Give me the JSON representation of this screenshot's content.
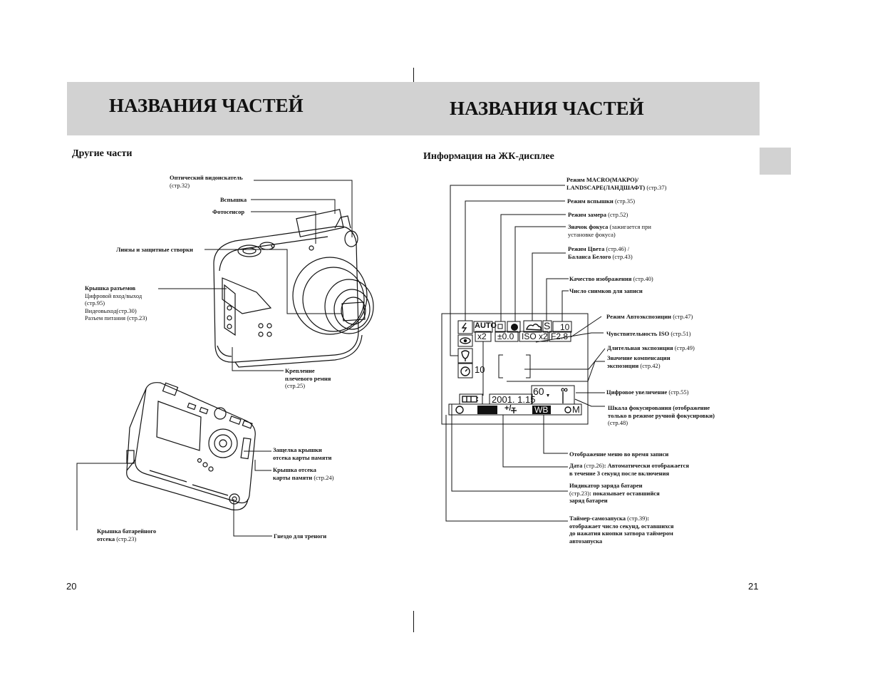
{
  "headers": {
    "left": "НАЗВАНИЯ ЧАСТЕЙ",
    "right": "НАЗВАНИЯ ЧАСТЕЙ"
  },
  "left": {
    "subtitle": "Другие части",
    "labels": {
      "viewfinder": {
        "b": "Оптический видоискатель",
        "t": "(стр.32)"
      },
      "flash": {
        "b": "Вспышка"
      },
      "photosensor": {
        "b": "Фотосенсор"
      },
      "lens": {
        "b": "Линзы и защитные створки"
      },
      "connector_cover": {
        "b": "Крышка разъемов",
        "lines": [
          "Цифровой вход/выход",
          "(стр.95)",
          "Видеовыход(стр.30)",
          "Разъем питания (стр.23)"
        ]
      },
      "strap": {
        "b1": "Крепление",
        "b2": "плечевого ремня",
        "t": "(стр.25)"
      },
      "card_latch": {
        "b1": "Защелка крышки",
        "b2": "отсека карты памяти"
      },
      "card_cover": {
        "b1": "Крышка отсека",
        "b2": "карты памяти",
        "t": "(стр.24)"
      },
      "battery_cover": {
        "b1": "Крышка батарейного",
        "b2": "отсека",
        "t": "(стр.23)"
      },
      "tripod": {
        "b": "Гнездо для треноги"
      }
    },
    "page_number": "20"
  },
  "right": {
    "subtitle": "Информация на ЖК-дисплее",
    "labels": {
      "macro": {
        "b1": "Режим MACRO(МАКРО)/",
        "b2": "LANDSCAPE(ЛАНДШАФТ)",
        "t": "(стр.37)"
      },
      "flash_mode": {
        "b": "Режим вспышки",
        "t": "(стр.35)"
      },
      "metering": {
        "b": "Режим замера",
        "t": "(стр.52)"
      },
      "focus_icon": {
        "b": "Значок фокуса",
        "t1": "(зажигается при",
        "t2": "установке фокуса)"
      },
      "color_mode": {
        "b1": "Режим Цвета",
        "t1": "(стр.46) /",
        "b2": "Баланса Белого",
        "t2": "(стр.43)"
      },
      "quality": {
        "b": "Качество изображения",
        "t": "(стр.40)"
      },
      "shots": {
        "b": "Число снимков для записи"
      },
      "ae_mode": {
        "b": "Режим Автоэкспозиции",
        "t": "(стр.47)"
      },
      "iso": {
        "b": "Чувствительность ISO",
        "t": "(стр.51)"
      },
      "long_exp": {
        "b": "Длительная экспозиция",
        "t": "(стр.49)"
      },
      "exp_comp": {
        "b1": "Значение компенсации",
        "b2": "экспозиции",
        "t": "(стр.42)"
      },
      "dzoom": {
        "b": "Цифровое увеличение",
        "t": "(стр.55)"
      },
      "focus_scale": {
        "b1": "Шкала фокусирования (отображение",
        "b2": "только в режиме ручной фокусировки)",
        "t": "(стр.48)"
      },
      "menu_disp": {
        "b": "Отображение меню во время записи"
      },
      "date": {
        "b": "Дата",
        "t": "(стр.26)",
        "b2": ": Автоматически отображается",
        "b3": "в течение 3 секунд после включения"
      },
      "battery": {
        "b1": "Индикатор заряда батареи",
        "t": "(стр.23)",
        "b2": ": показывает оставшийся",
        "b3": "заряд батареи"
      },
      "timer": {
        "b1": "Таймер-самозапуска",
        "t": "(стр.39)",
        "b1s": ":",
        "b2": "отображает число секунд, оставшихся",
        "b3": "до нажатия кнопки затвора таймером",
        "b4": "автозапуска"
      }
    },
    "lcd": {
      "auto": "AUTO",
      "zoom": "x2",
      "ev": "±0.0",
      "iso": "ISO x2",
      "fnum": "F2.8",
      "quality": "S",
      "shots": "10",
      "timer_sec": "10",
      "date": "2001. 1.15",
      "shutter": "60",
      "infinity": "∞",
      "wb": "WB",
      "m": "M",
      "plus_minus": "+/−"
    },
    "page_number": "21"
  }
}
